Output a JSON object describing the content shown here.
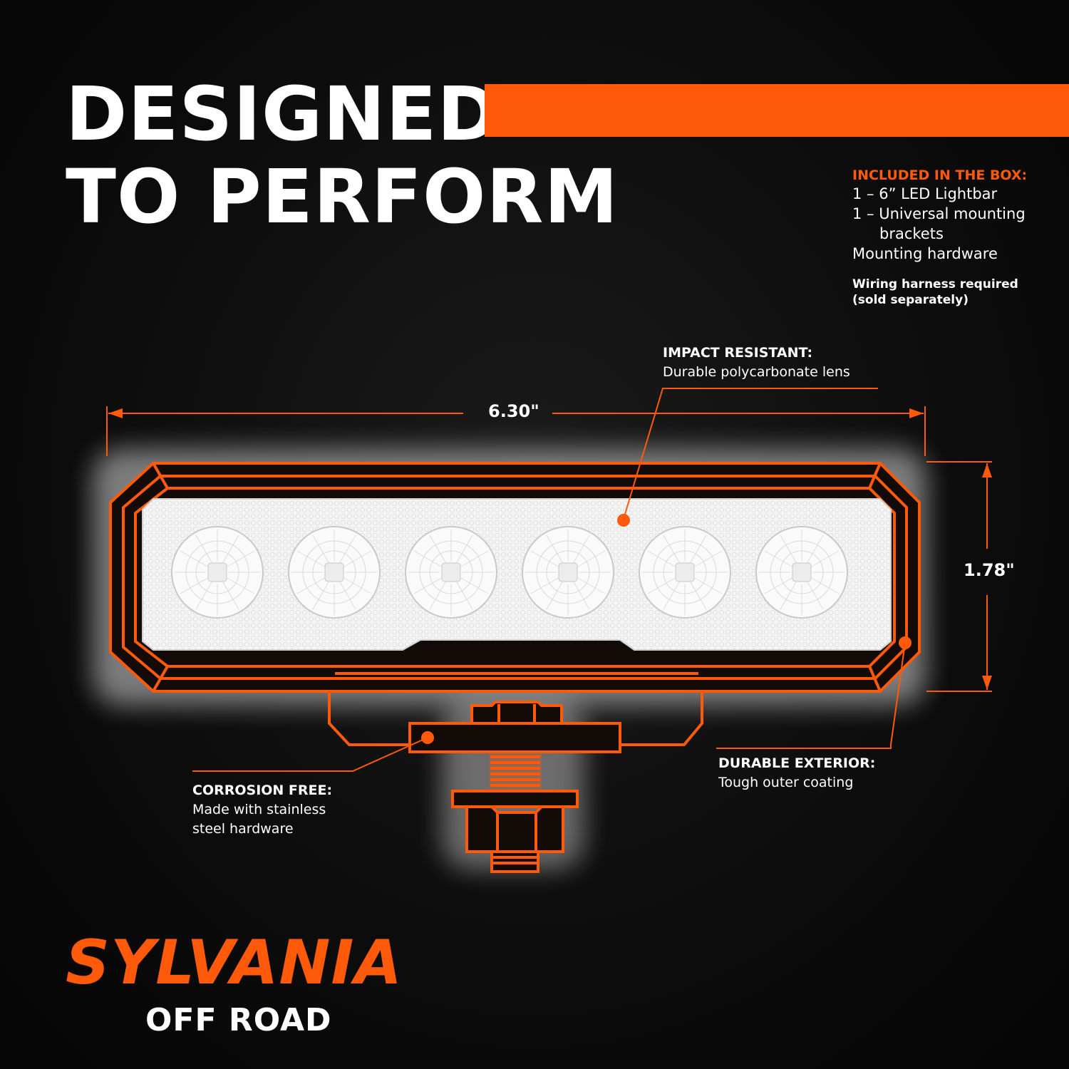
{
  "colors": {
    "accent": "#ff5a0a",
    "background": "#0d0d0d",
    "text": "#ffffff",
    "lens": "#f4f4f4"
  },
  "headline": {
    "line1": "DESIGNED",
    "line2": "TO PERFORM"
  },
  "box": {
    "title": "INCLUDED IN THE BOX:",
    "items": [
      "1 – 6” LED Lightbar",
      "1 – Universal mounting",
      "brackets",
      "Mounting hardware"
    ],
    "note": [
      "Wiring harness required",
      "(sold separately)"
    ]
  },
  "dimensions": {
    "width": "6.30\"",
    "height": "1.78\""
  },
  "callouts": {
    "impact": {
      "title": "IMPACT RESISTANT:",
      "desc": "Durable polycarbonate lens"
    },
    "corrosion": {
      "title": "CORROSION FREE:",
      "desc": [
        "Made with stainless",
        "steel hardware"
      ]
    },
    "exterior": {
      "title": "DURABLE EXTERIOR:",
      "desc": "Tough outer coating"
    }
  },
  "brand": {
    "name": "SYLVANIA",
    "sub": "OFF ROAD"
  },
  "product": {
    "led_count": 6
  }
}
